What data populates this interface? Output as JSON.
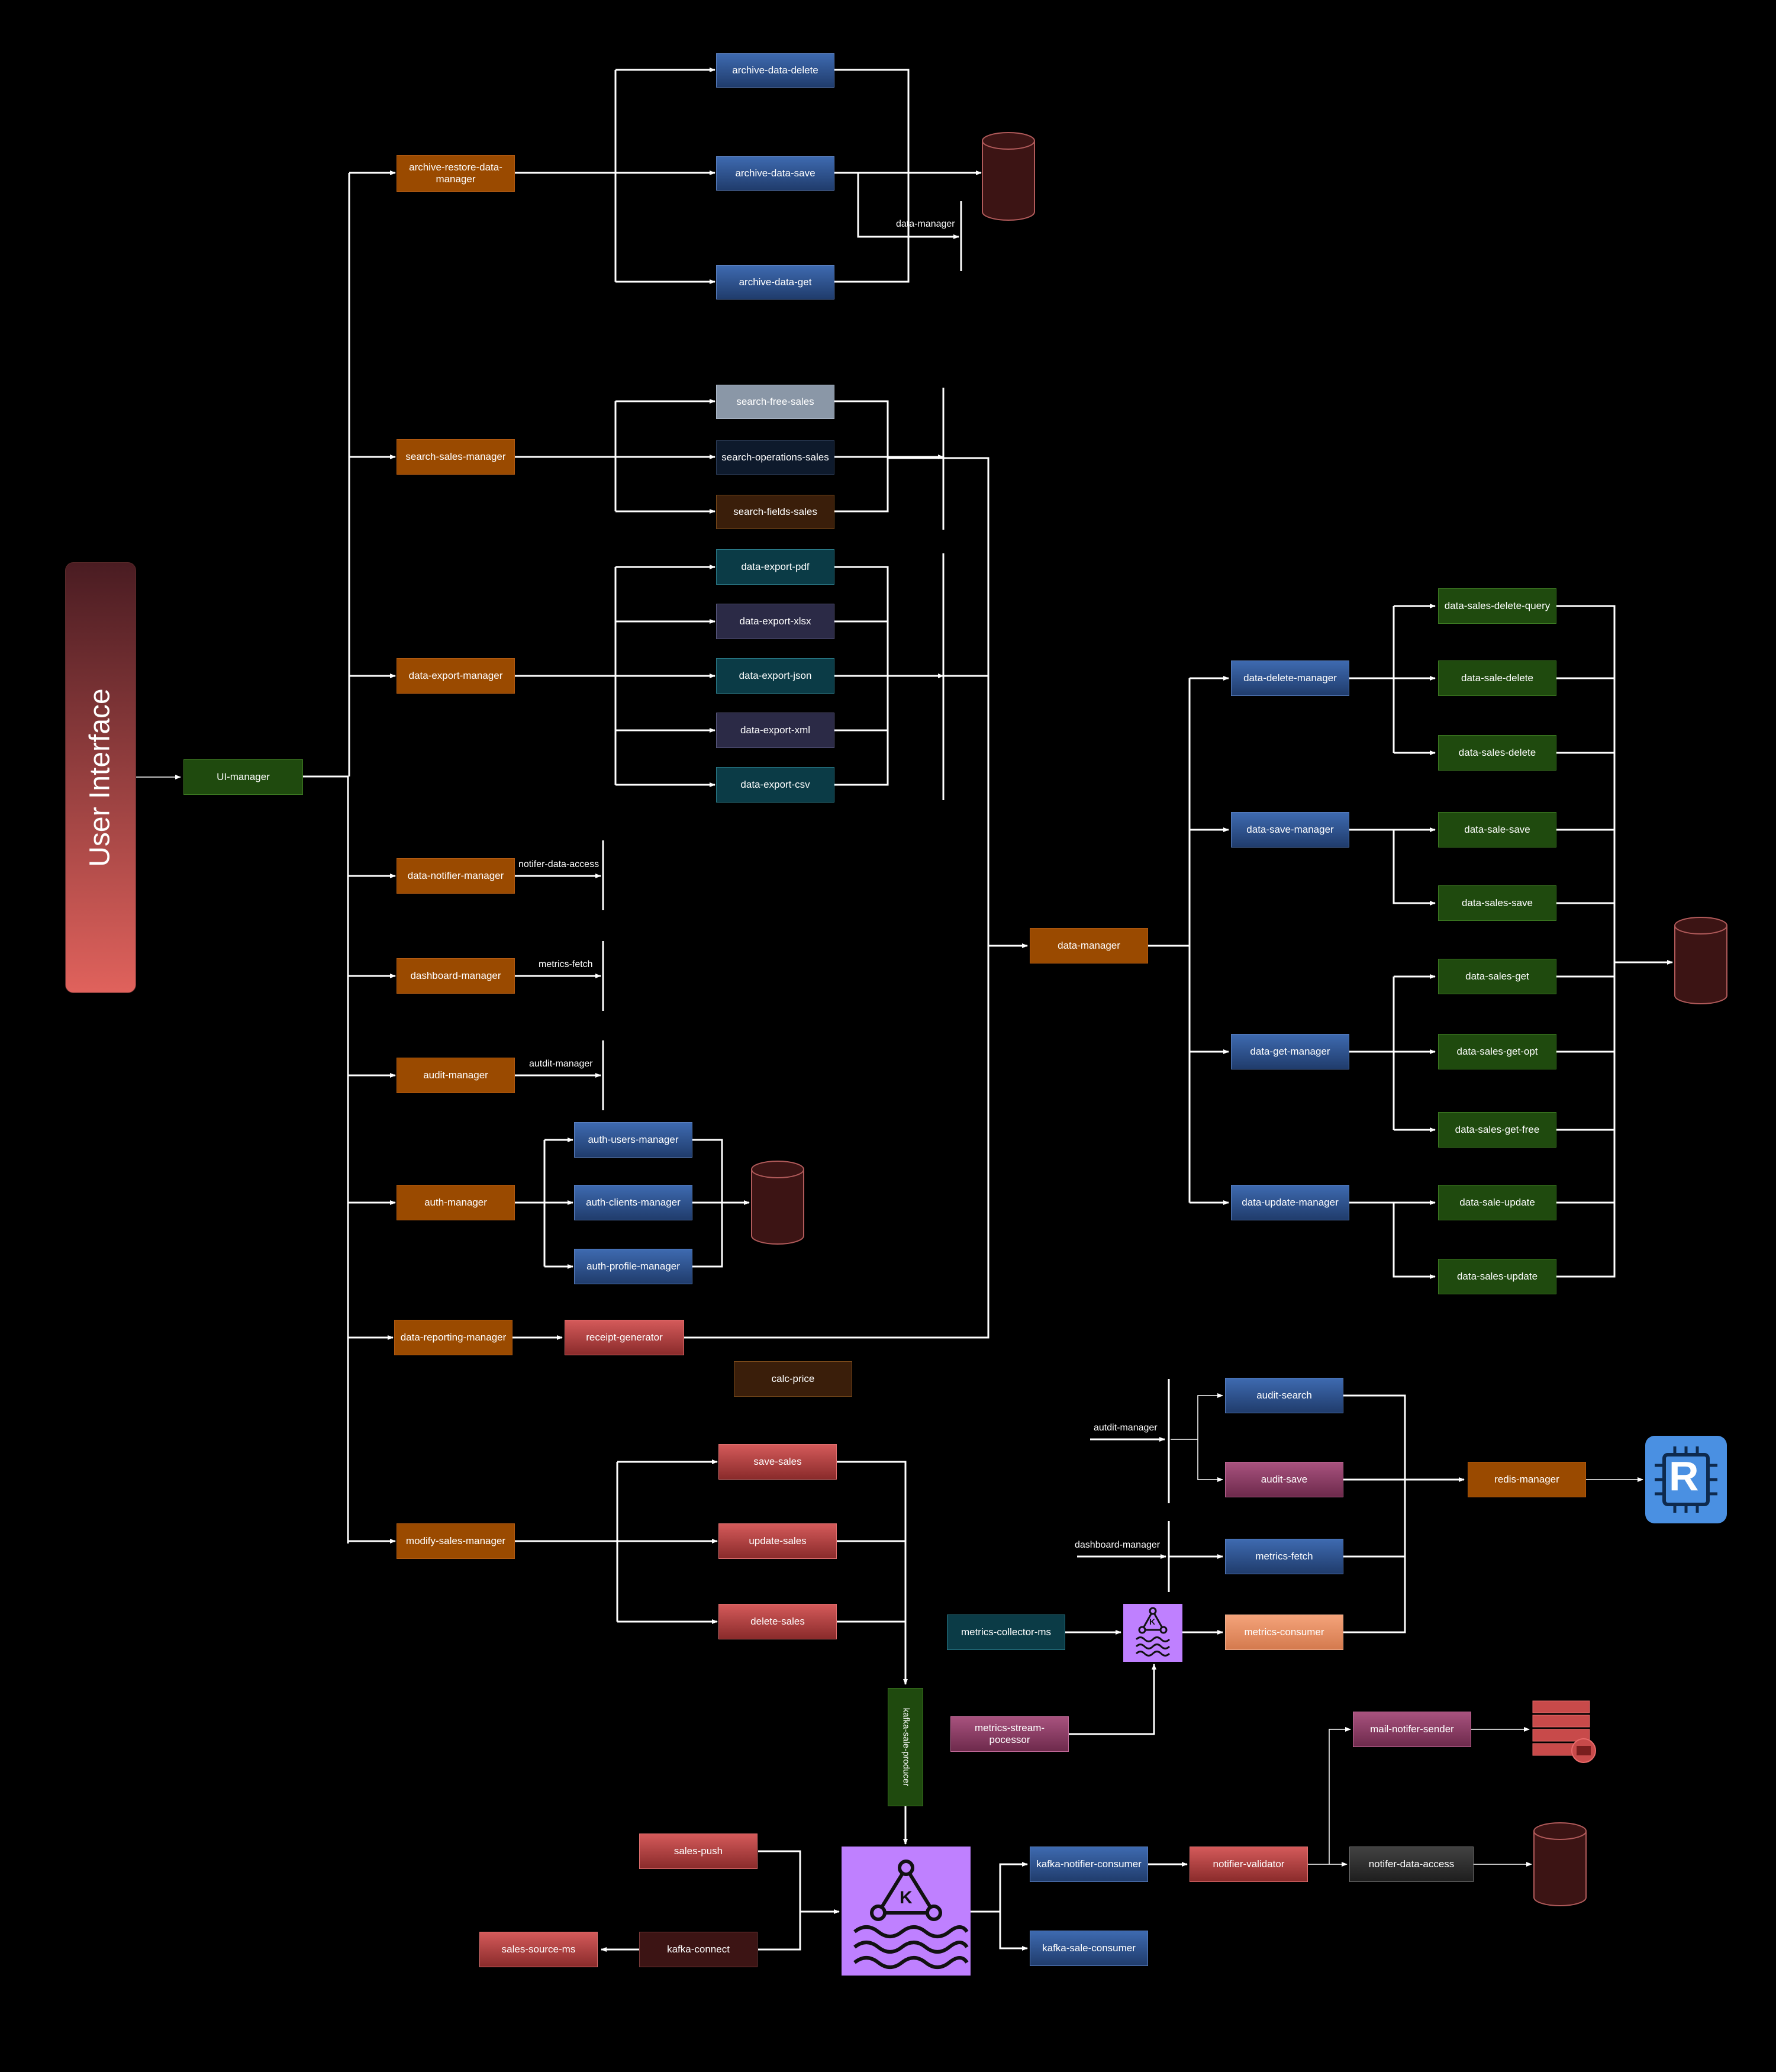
{
  "diagram": {
    "ui": "User Interface",
    "ui_manager": "UI-manager",
    "managers": {
      "archive": "archive-restore-data-manager",
      "search": "search-sales-manager",
      "export": "data-export-manager",
      "notifier": "data-notifier-manager",
      "dashboard": "dashboard-manager",
      "audit": "audit-manager",
      "auth": "auth-manager",
      "reporting": "data-reporting-manager",
      "modify": "modify-sales-manager"
    },
    "archive_services": [
      "archive-data-delete",
      "archive-data-save",
      "archive-data-get"
    ],
    "search_services": [
      "search-free-sales",
      "search-operations-sales",
      "search-fields-sales"
    ],
    "export_services": [
      "data-export-pdf",
      "data-export-xlsx",
      "data-export-json",
      "data-export-xml",
      "data-export-csv"
    ],
    "auth_services": [
      "auth-users-manager",
      "auth-clients-manager",
      "auth-profile-manager"
    ],
    "modify_services": [
      "save-sales",
      "update-sales",
      "delete-sales"
    ],
    "receipt_generator": "receipt-generator",
    "calc_price": "calc-price",
    "data_manager": "data-manager",
    "dm_managers": [
      "data-delete-manager",
      "data-save-manager",
      "data-get-manager",
      "data-update-manager"
    ],
    "dm_services": {
      "delete": [
        "data-sales-delete-query",
        "data-sale-delete",
        "data-sales-delete"
      ],
      "save": [
        "data-sale-save",
        "data-sales-save"
      ],
      "get": [
        "data-sales-get",
        "data-sales-get-opt",
        "data-sales-get-free"
      ],
      "update": [
        "data-sale-update",
        "data-sales-update"
      ]
    },
    "edge_labels": {
      "data_manager": "data-manager",
      "notifier_access": "notifer-data-access",
      "metrics_fetch": "metrics-fetch",
      "audit_manager": "autdit-manager",
      "audit_manager_2": "autdit-manager",
      "dashboard_manager": "dashboard-manager"
    },
    "audit_services": [
      "audit-search",
      "audit-save"
    ],
    "metrics_services": [
      "metrics-fetch",
      "metrics-consumer"
    ],
    "redis_manager": "redis-manager",
    "redis_icon_letter": "R",
    "metrics_collector": "metrics-collector-ms",
    "metrics_stream": "metrics-stream-pocessor",
    "kafka_letter": "K",
    "kafka_producer": "kafka-sale-producer",
    "sales_push": "sales-push",
    "kafka_connect": "kafka-connect",
    "sales_source": "sales-source-ms",
    "kafka_notifier_consumer": "kafka-notifier-consumer",
    "kafka_sale_consumer": "kafka-sale-consumer",
    "notifier_validator": "notifier-validator",
    "mail_sender": "mail-notifer-sender",
    "notifier_data_access": "notifer-data-access",
    "colors": {
      "orange": "#9a4a00",
      "blue": "#2c508e",
      "green": "#1f4a0e",
      "red": "#c04a4a",
      "pink": "#8c3a64",
      "teal": "#0b3b46",
      "kafka": "#bf80ff",
      "redis": "#4a90e2",
      "db": "#3c1414"
    }
  }
}
